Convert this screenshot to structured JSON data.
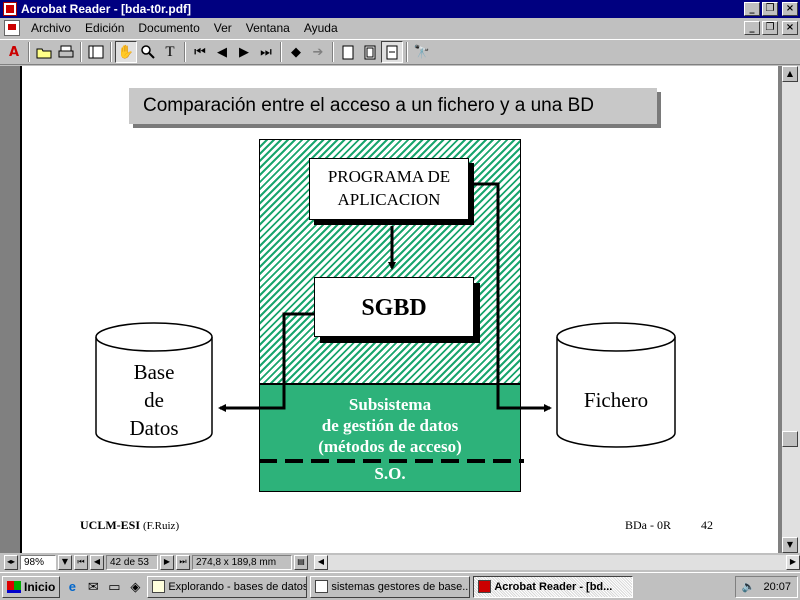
{
  "window": {
    "title": "Acrobat Reader - [bda-t0r.pdf]"
  },
  "menu": [
    "Archivo",
    "Edición",
    "Documento",
    "Ver",
    "Ventana",
    "Ayuda"
  ],
  "slide": {
    "title": "Comparación entre el acceso a un fichero y a una BD",
    "programa_line1": "PROGRAMA DE",
    "programa_line2": "APLICACION",
    "sgbd": "SGBD",
    "subsistema_line1": "Subsistema",
    "subsistema_line2": "de gestión de datos",
    "subsistema_line3": "(métodos de acceso)",
    "so": "S.O.",
    "bd_line1": "Base",
    "bd_line2": "de",
    "bd_line3": "Datos",
    "fichero": "Fichero",
    "footer_org": "UCLM-ESI",
    "footer_author": "(F.Ruiz)",
    "footer_code": "BDa - 0R",
    "footer_page": "42",
    "colors": {
      "green": "#2db27a",
      "hatch": "#1aa56e",
      "title_bg": "#c8c8c8"
    }
  },
  "status": {
    "zoom": "98%",
    "page": "42 de 53",
    "size": "274,8 x 189,8 mm"
  },
  "taskbar": {
    "start": "Inicio",
    "tasks": [
      "Explorando - bases de datos",
      "sistemas gestores de base...",
      "Acrobat Reader - [bd..."
    ],
    "clock": "20:07"
  },
  "icons": {
    "toolbar": [
      "acrobat-logo-icon",
      "open-icon",
      "print-icon",
      "thumbnails-icon",
      "hand-icon",
      "zoom-icon",
      "text-select-icon",
      "first-page-icon",
      "prev-page-icon",
      "next-page-icon",
      "last-page-icon",
      "back-icon",
      "forward-icon",
      "actual-size-icon",
      "fit-page-icon",
      "fit-width-icon",
      "find-icon"
    ]
  }
}
